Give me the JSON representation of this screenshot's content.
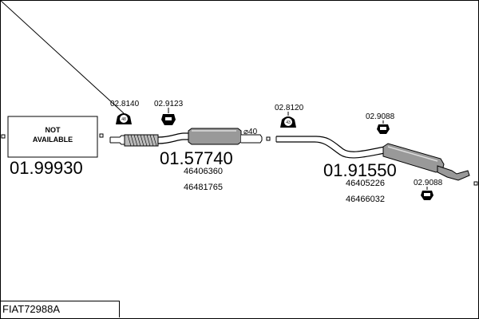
{
  "na_box": {
    "line1": "NOT",
    "line2": "AVAILABLE",
    "part_no": "01.99930"
  },
  "front": {
    "clamp1": {
      "code": "02.8140",
      "num": "48"
    },
    "clamp2": {
      "code": "02.9123"
    },
    "part_no": "01.57740",
    "oem1": "46406360",
    "oem2": "46481765",
    "diameter": "⌀40"
  },
  "rear": {
    "clamp1": {
      "code": "02.8120",
      "num": "43"
    },
    "clamp2": {
      "code": "02.9088"
    },
    "clamp3": {
      "code": "02.9088"
    },
    "part_no": "01.91550",
    "oem1": "46405226",
    "oem2": "46466032"
  },
  "footer": {
    "code": "FIAT72988A"
  }
}
